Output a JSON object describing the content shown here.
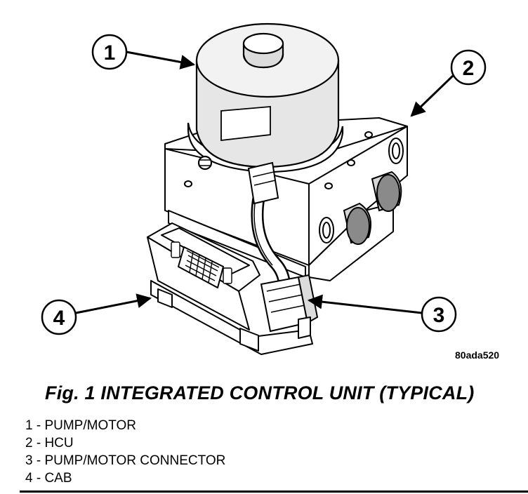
{
  "callouts": [
    {
      "number": "1"
    },
    {
      "number": "2"
    },
    {
      "number": "3"
    },
    {
      "number": "4"
    }
  ],
  "reference_code": "80ada520",
  "caption": "Fig. 1 INTEGRATED CONTROL UNIT (TYPICAL)",
  "legend": [
    {
      "text": "1 - PUMP/MOTOR"
    },
    {
      "text": "2 - HCU"
    },
    {
      "text": "3 - PUMP/MOTOR CONNECTOR"
    },
    {
      "text": "4 - CAB"
    }
  ]
}
